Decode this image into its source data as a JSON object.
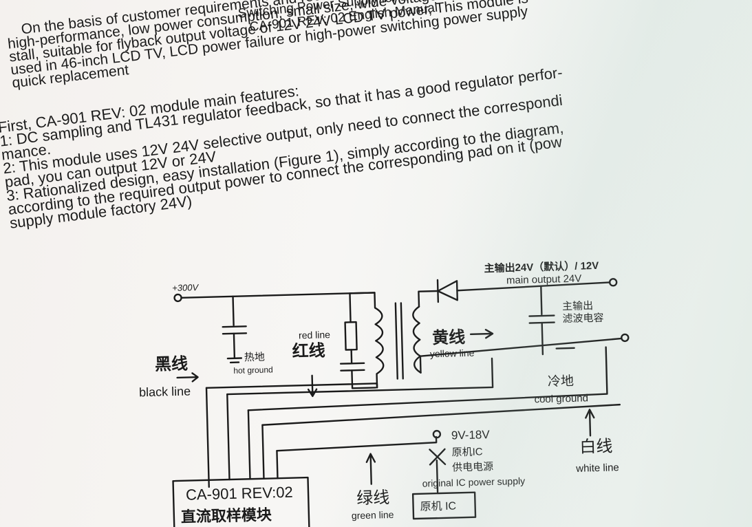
{
  "header": {
    "title_line1": "Switching Power Supply for LCD TV",
    "title_line2": "CA-901 REV: 02 English Manual"
  },
  "intro": {
    "lines": [
      "On the basis of customer requirements and recommendations ,we have designed a",
      "high-performance, low power consumption, small size, wide voltage range, easy to in-",
      "stall, suitable for flyback output voltage of 12V 24V LCD TV power, This module is",
      "used in 46-inch LCD TV, LCD power failure or high-power switching power supply",
      "quick replacement"
    ]
  },
  "features": {
    "lines": [
      "First, CA-901 REV: 02 module main features:",
      "1: DC sampling and TL431 regulator feedback, so that it has a good regulator perfor-",
      "mance.",
      "2: This module uses 12V 24V selective output, only need to connect the correspondi",
      "pad, you can output 12V or 24V",
      "3: Rationalized design, easy installation (Figure 1), simply according to the diagram,",
      "according to the required output power to connect the corresponding pad on it (pow",
      "supply module factory 24V)"
    ]
  },
  "diagram": {
    "v300": "+300V",
    "main_output_cn": "主输出24V（默认）/ 12V",
    "main_output_en": "main output 24V",
    "filter_cap_cn1": "主输出",
    "filter_cap_cn2": "滤波电容",
    "black_line_cn": "黑线",
    "black_line_en": "black line",
    "hot_ground_cn": "热地",
    "hot_ground_en": "hot ground",
    "red_line_en": "red line",
    "red_line_cn": "红线",
    "yellow_line_cn": "黄线",
    "yellow_line_en": "yellow line",
    "cool_ground_cn": "冷地",
    "cool_ground_en": "cool ground",
    "v9_18": "9V-18V",
    "orig_ic_cn1": "原机IC",
    "orig_ic_cn2": "供电电源",
    "orig_ic_en": "original IC power supply",
    "white_line_cn": "白线",
    "white_line_en": "white line",
    "green_line_cn": "绿线",
    "green_line_en": "green line",
    "module_label": "CA-901 REV:02",
    "module_cn": "直流取样模块",
    "orig_ic_box": "原机 IC"
  }
}
